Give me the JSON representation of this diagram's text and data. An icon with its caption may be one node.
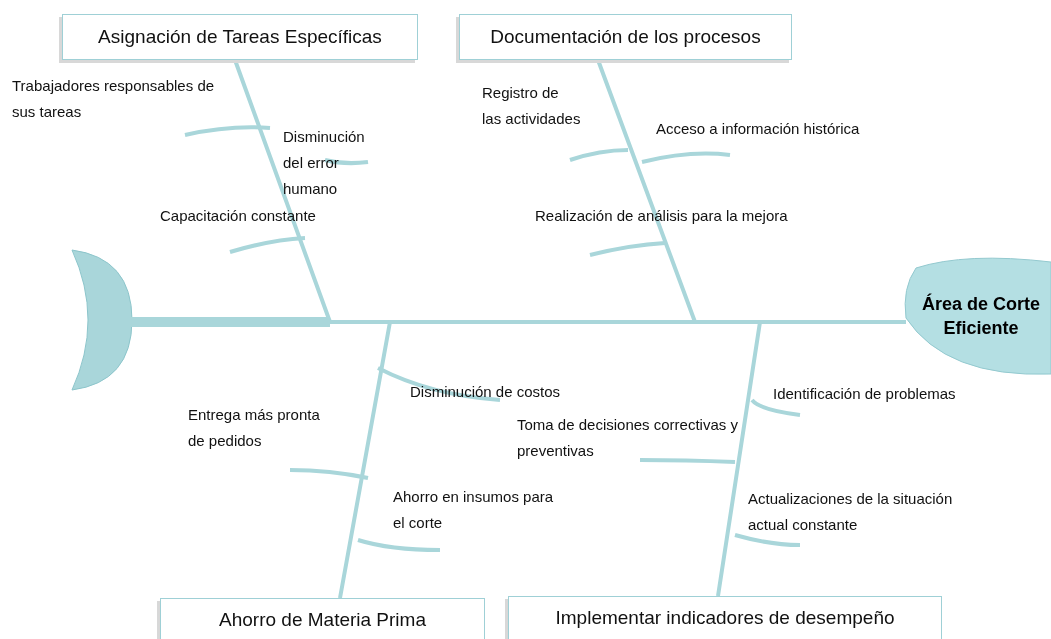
{
  "diagram": {
    "nodes": [
      {
        "text": [
          "Asignación de Tareas Específicas"
        ]
      },
      {
        "text": [
          "Documentación de los procesos"
        ]
      },
      {
        "text": [
          "Ahorro de Materia Prima"
        ]
      },
      {
        "text": [
          "Implementar indicadores de desempeño"
        ]
      },
      {
        "text": [
          "Área de Corte Eficiente"
        ]
      }
    ],
    "edges": [
      {
        "from": 0,
        "to": 4,
        "arrow": "none"
      },
      {
        "from": 1,
        "to": 4,
        "arrow": "none"
      },
      {
        "from": 2,
        "to": 4,
        "arrow": "none"
      },
      {
        "from": 3,
        "to": 4,
        "arrow": "none"
      }
    ],
    "labels": [
      "Trabajadores responsables de sus tareas",
      "Disminución del error humano",
      "Capacitación constante",
      "Registro de las actividades",
      "Acceso a información histórica",
      "Realización de análisis para la mejora",
      "Disminución de costos",
      "Entrega más pronta de pedidos",
      "Toma de decisiones correctivas y preventivas",
      "Ahorro en insumos para el corte",
      "Identificación de problemas",
      "Actualizaciones de la situación actual constante"
    ]
  }
}
